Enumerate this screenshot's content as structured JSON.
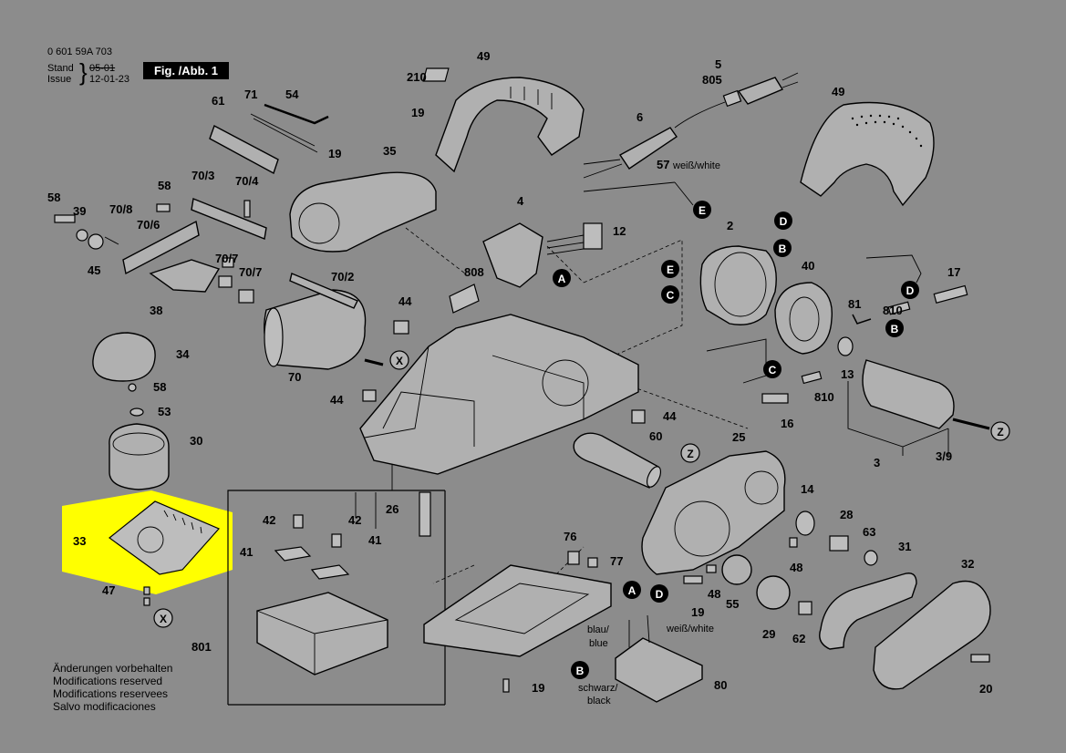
{
  "header": {
    "part_number": "0 601 59A 703",
    "stand_label": "Stand",
    "issue_label": "Issue",
    "stand_value": "05-01",
    "issue_value": "12-01-23",
    "figure_label": "Fig. /Abb. 1"
  },
  "notes": [
    "Änderungen vorbehalten",
    "Modifications reserved",
    "Modifications reservees",
    "Salvo modificaciones"
  ],
  "wire_labels": {
    "white": "weiß/white",
    "blue_a": "blau/",
    "blue_b": "blue",
    "black_a": "schwarz/",
    "black_b": "black"
  },
  "connectors": {
    "A": "A",
    "B": "B",
    "C": "C",
    "D": "D",
    "E": "E",
    "X": "X",
    "Z": "Z"
  },
  "highlight_color": "#ffff00",
  "parts": {
    "p2": "2",
    "p3": "3",
    "p3_9": "3/9",
    "p4": "4",
    "p5": "5",
    "p6": "6",
    "p12": "12",
    "p13": "13",
    "p14": "14",
    "p16": "16",
    "p17": "17",
    "p19": "19",
    "p20": "20",
    "p25": "25",
    "p26": "26",
    "p28": "28",
    "p29": "29",
    "p30": "30",
    "p31": "31",
    "p32": "32",
    "p33": "33",
    "p34": "34",
    "p35": "35",
    "p38": "38",
    "p39": "39",
    "p40": "40",
    "p41": "41",
    "p42": "42",
    "p44": "44",
    "p45": "45",
    "p47": "47",
    "p48": "48",
    "p49": "49",
    "p53": "53",
    "p54": "54",
    "p55": "55",
    "p57": "57",
    "p58": "58",
    "p60": "60",
    "p61": "61",
    "p62": "62",
    "p63": "63",
    "p70": "70",
    "p70_2": "70/2",
    "p70_3": "70/3",
    "p70_4": "70/4",
    "p70_6": "70/6",
    "p70_7": "70/7",
    "p70_8": "70/8",
    "p71": "71",
    "p76": "76",
    "p77": "77",
    "p80": "80",
    "p81": "81",
    "p210": "210",
    "p801": "801",
    "p805": "805",
    "p808": "808",
    "p810": "810"
  }
}
